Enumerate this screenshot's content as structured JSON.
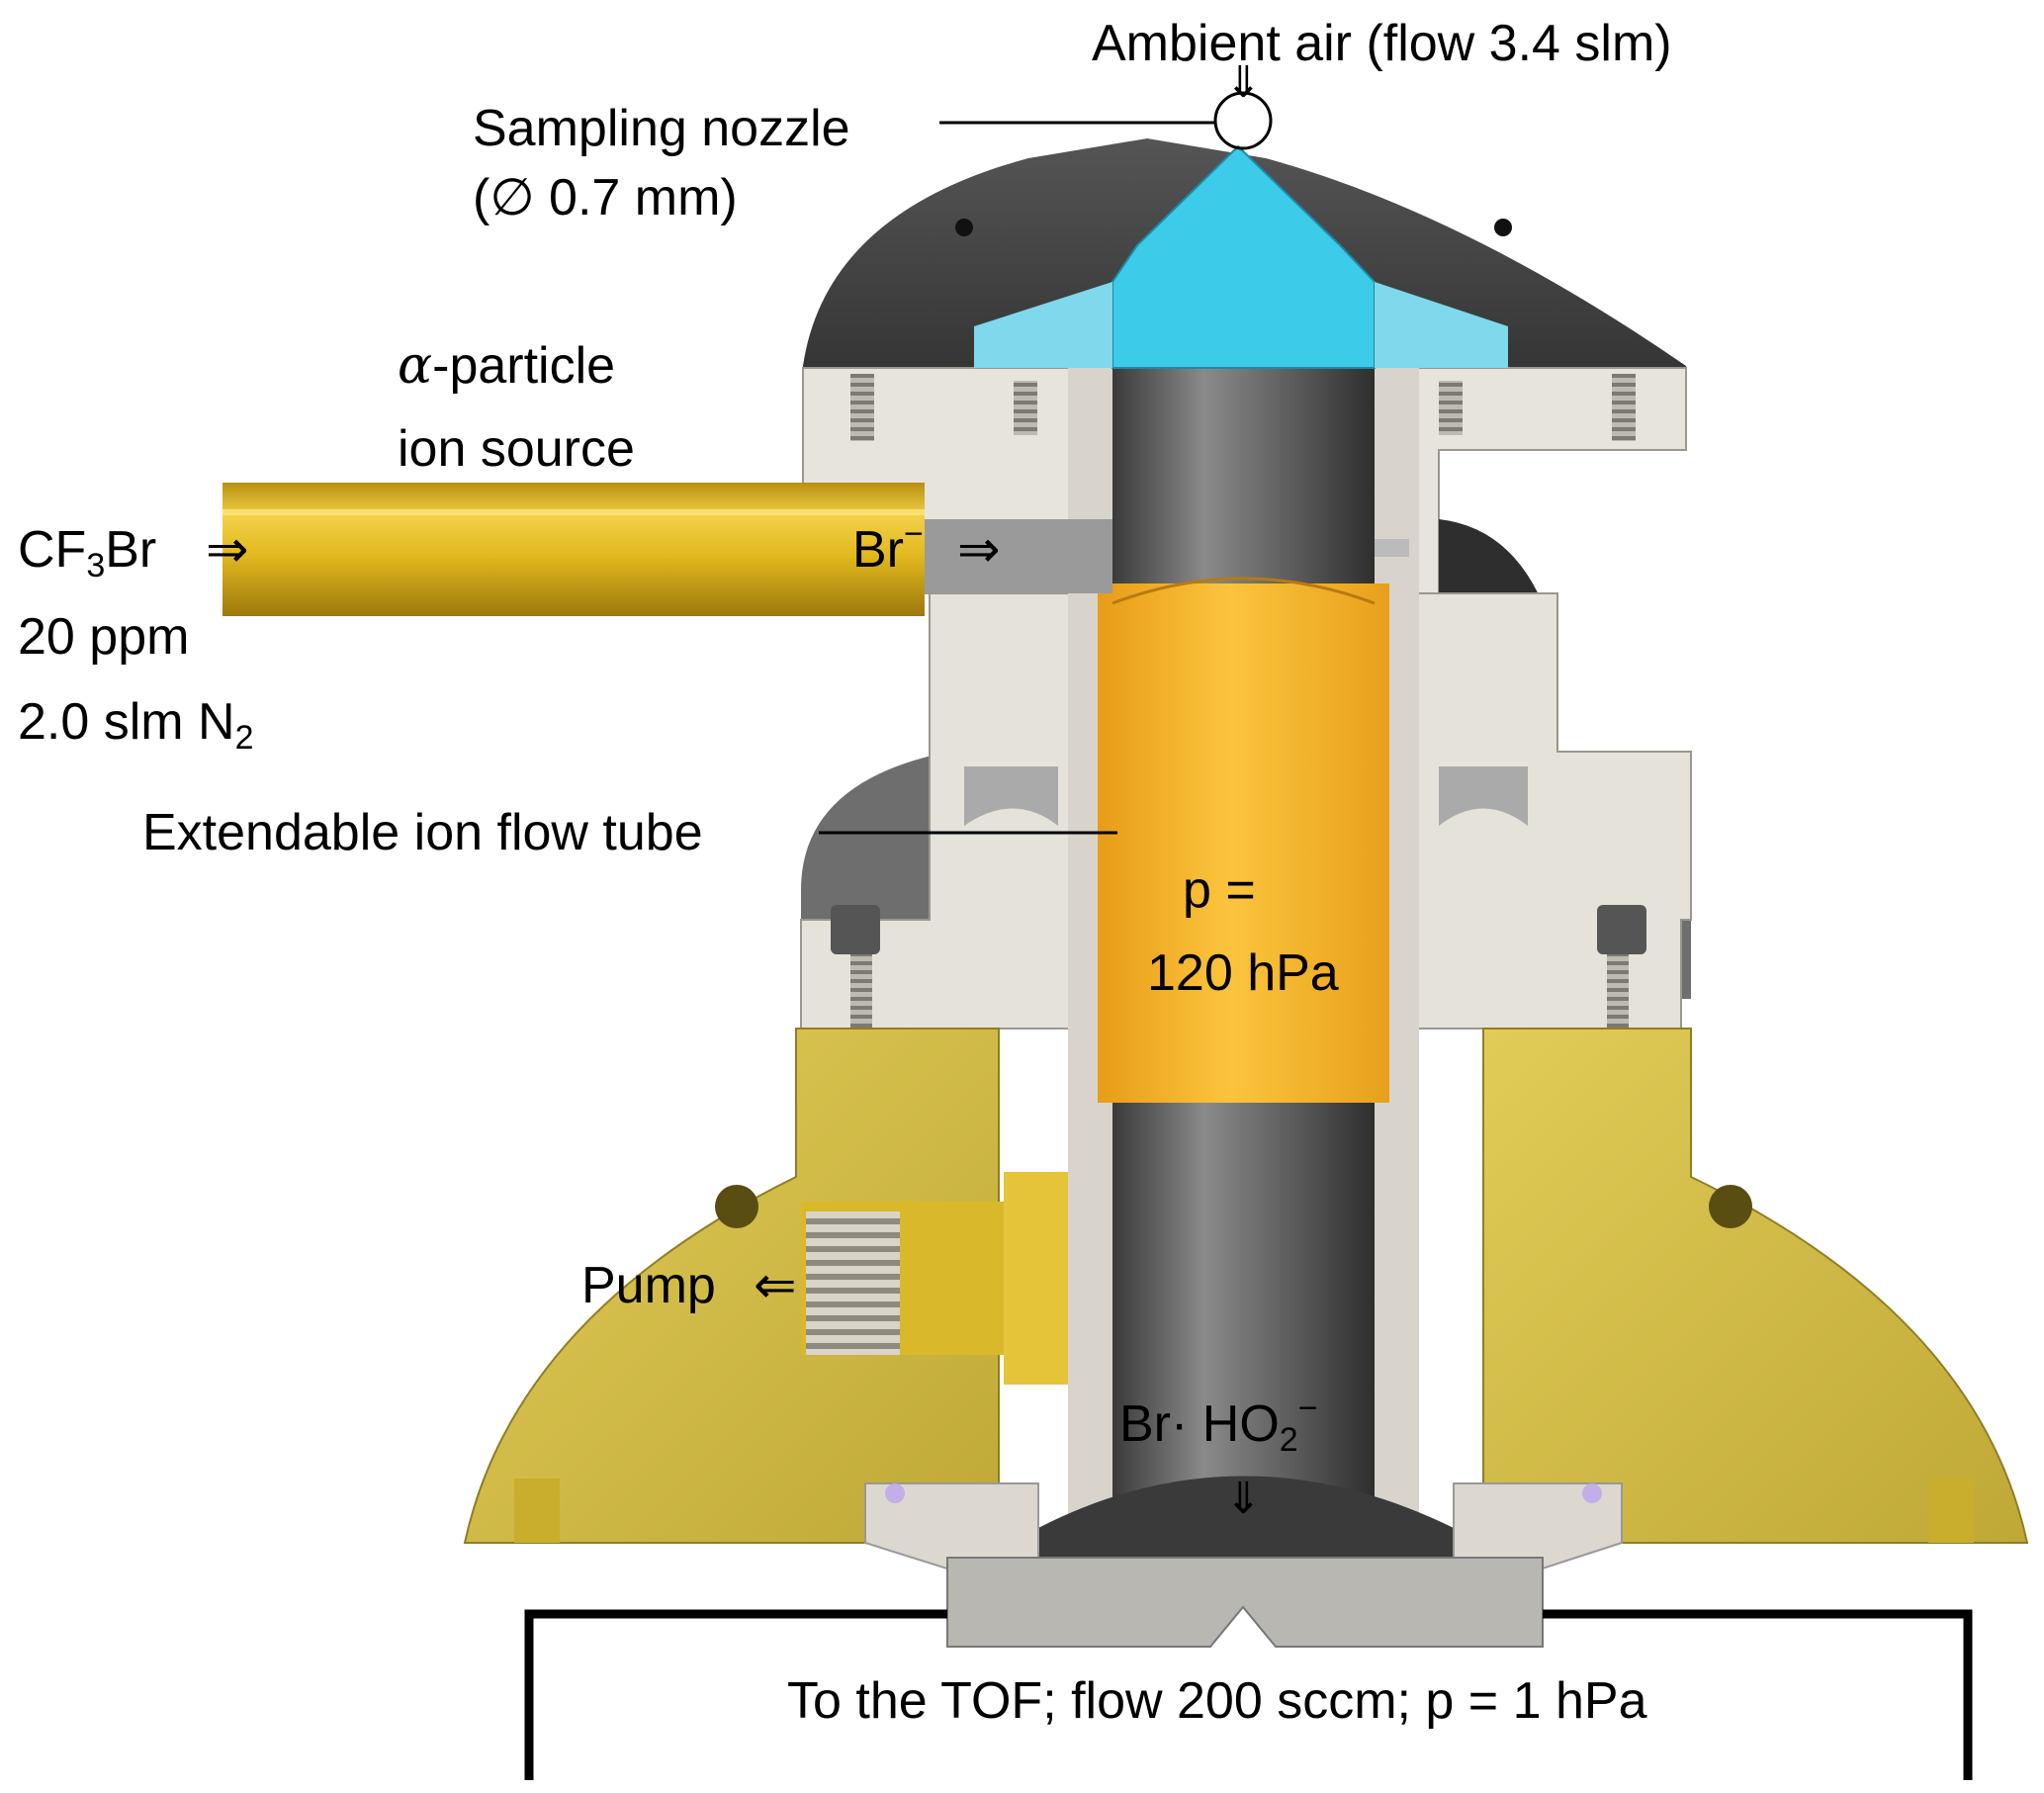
{
  "diagram": {
    "labels": {
      "ambient_air": "Ambient air (flow 3.4 slm)",
      "sampling_nozzle_line1": "Sampling nozzle",
      "sampling_nozzle_line2": "(∅ 0.7 mm)",
      "alpha_symbol": "α",
      "ion_source_line1": "-particle",
      "ion_source_line2": "ion source",
      "cf3br_prefix": "CF",
      "cf3br_sub": "3",
      "cf3br_suffix": "Br",
      "concentration": "20 ppm",
      "n2_flow_prefix": "2.0 slm N",
      "n2_flow_sub": "2",
      "br_ion": "Br",
      "br_ion_sup": "−",
      "flow_tube": "Extendable ion flow tube",
      "pressure_line1": "p =",
      "pressure_line2": "120 hPa",
      "pump": "Pump",
      "product_prefix": "Br· HO",
      "product_sub": "2",
      "product_sup": "−",
      "tof": "To the TOF; flow 200 sccm; p = 1 hPa"
    },
    "arrows": {
      "down": "⇓",
      "right": "⇒",
      "left": "⇐"
    },
    "colors": {
      "ceramic": "#e6e3dc",
      "yellow_brass": "#d6c24a",
      "black_flange": "#3d3d3d",
      "nozzle_blue": "#39c8e6",
      "flow_tube_orange": "#f4b42a",
      "steel_gray": "#6a6a6a",
      "source_tube_yellow": "#e0b81e"
    }
  }
}
